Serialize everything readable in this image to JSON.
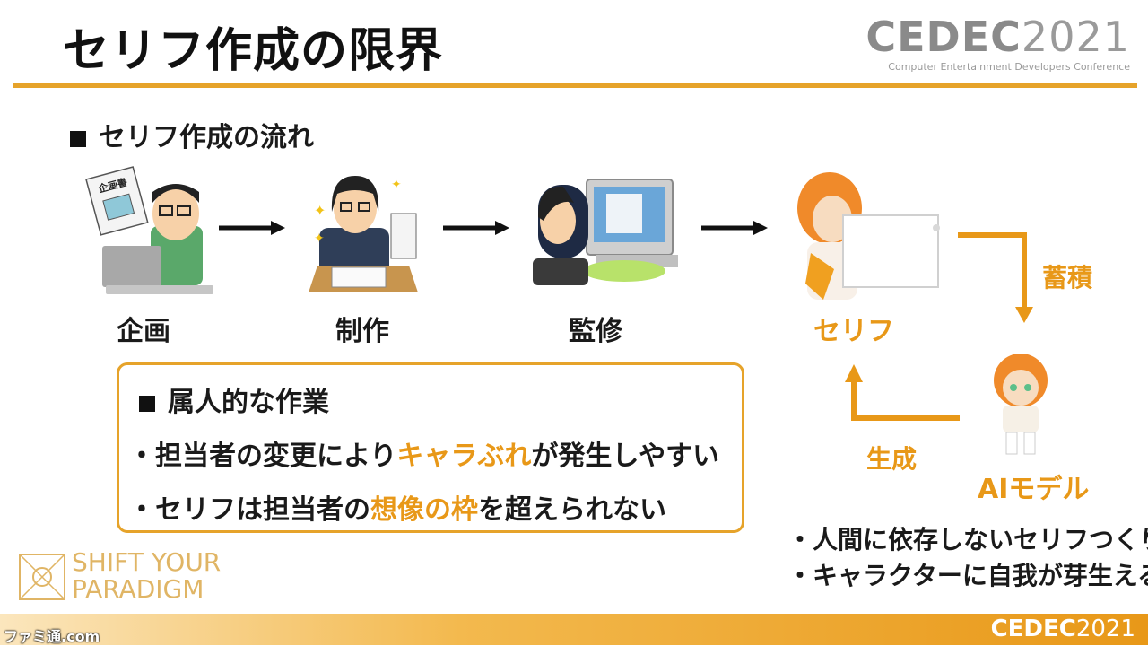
{
  "slide": {
    "title": "セリフ作成の限界",
    "section_heading": "セリフ作成の流れ"
  },
  "logo_top": {
    "brand": "CEDEC",
    "year": "2021",
    "subtitle": "Computer Entertainment Developers Conference"
  },
  "flow": {
    "steps": [
      "企画",
      "制作",
      "監修",
      "セリフ"
    ],
    "store_label": "蓄積",
    "generate_label": "生成",
    "ai_label": "AIモデル",
    "plan_doc_text": "企画書"
  },
  "info_box": {
    "title": "属人的な作業",
    "item1": {
      "prefix": "・担当者の変更により",
      "highlight": "キャラぶれ",
      "suffix": "が発生しやすい"
    },
    "item2": {
      "prefix": "・セリフは担当者の",
      "highlight": "想像の枠",
      "suffix": "を超えられない"
    }
  },
  "notes": [
    "・人間に依存しないセリフつくり",
    "・キャラクターに自我が芽生える"
  ],
  "shift_logo": {
    "line1": "SHIFT YOUR",
    "line2": "PARADIGM"
  },
  "footer": {
    "brand": "CEDEC",
    "year": "2021",
    "watermark": "ファミ通.com"
  },
  "colors": {
    "accent": "#e6a32a",
    "highlight": "#e89818",
    "text": "#1a1a1a"
  }
}
